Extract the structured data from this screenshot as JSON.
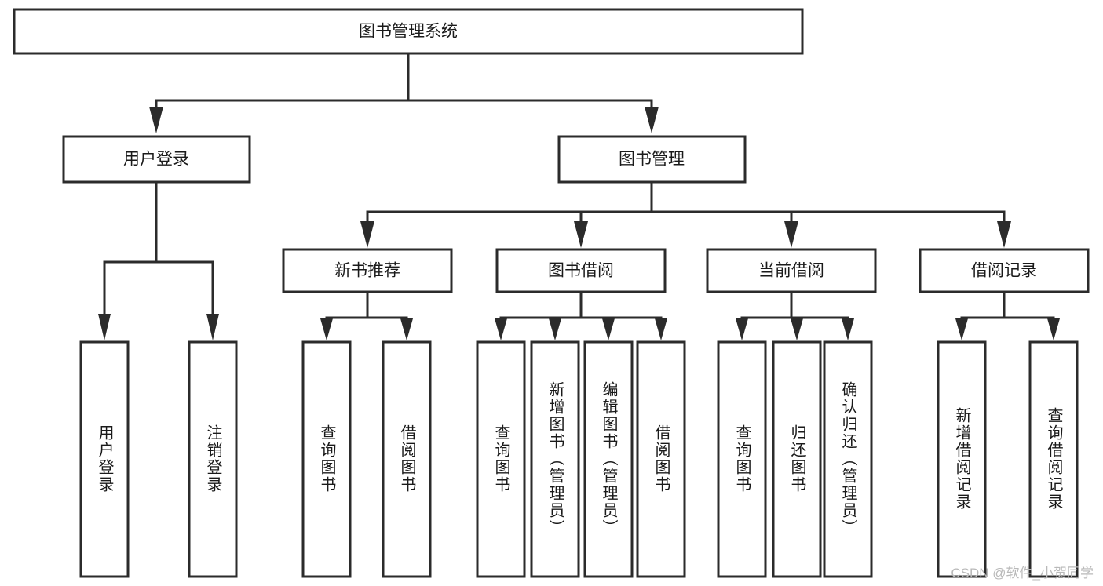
{
  "diagram": {
    "type": "tree-hierarchy-chart",
    "title": "图书管理系统",
    "watermark": "CSDN @软件_小贺同学",
    "colors": {
      "stroke": "#2b2b2b",
      "box_fill": "#ffffff",
      "text": "#1a1a1a",
      "background": "#ffffff",
      "watermark": "#b9b9b9"
    },
    "levels": {
      "root": {
        "label": "图书管理系统"
      },
      "level2": [
        {
          "label": "用户登录"
        },
        {
          "label": "图书管理"
        }
      ],
      "level3": [
        {
          "label": "新书推荐"
        },
        {
          "label": "图书借阅"
        },
        {
          "label": "当前借阅"
        },
        {
          "label": "借阅记录"
        }
      ],
      "leaves": {
        "user_login": [
          {
            "label": "用户登录"
          },
          {
            "label": "注销登录"
          }
        ],
        "new_book_recommend": [
          {
            "label": "查询图书"
          },
          {
            "label": "借阅图书"
          }
        ],
        "book_borrow": [
          {
            "label": "查询图书"
          },
          {
            "label": "新增图书（管理员）"
          },
          {
            "label": "编辑图书（管理员）"
          },
          {
            "label": "借阅图书"
          }
        ],
        "current_borrow": [
          {
            "label": "查询图书"
          },
          {
            "label": "归还图书"
          },
          {
            "label": "确认归还（管理员）"
          }
        ],
        "borrow_record": [
          {
            "label": "新增借阅记录"
          },
          {
            "label": "查询借阅记录"
          }
        ]
      }
    }
  }
}
